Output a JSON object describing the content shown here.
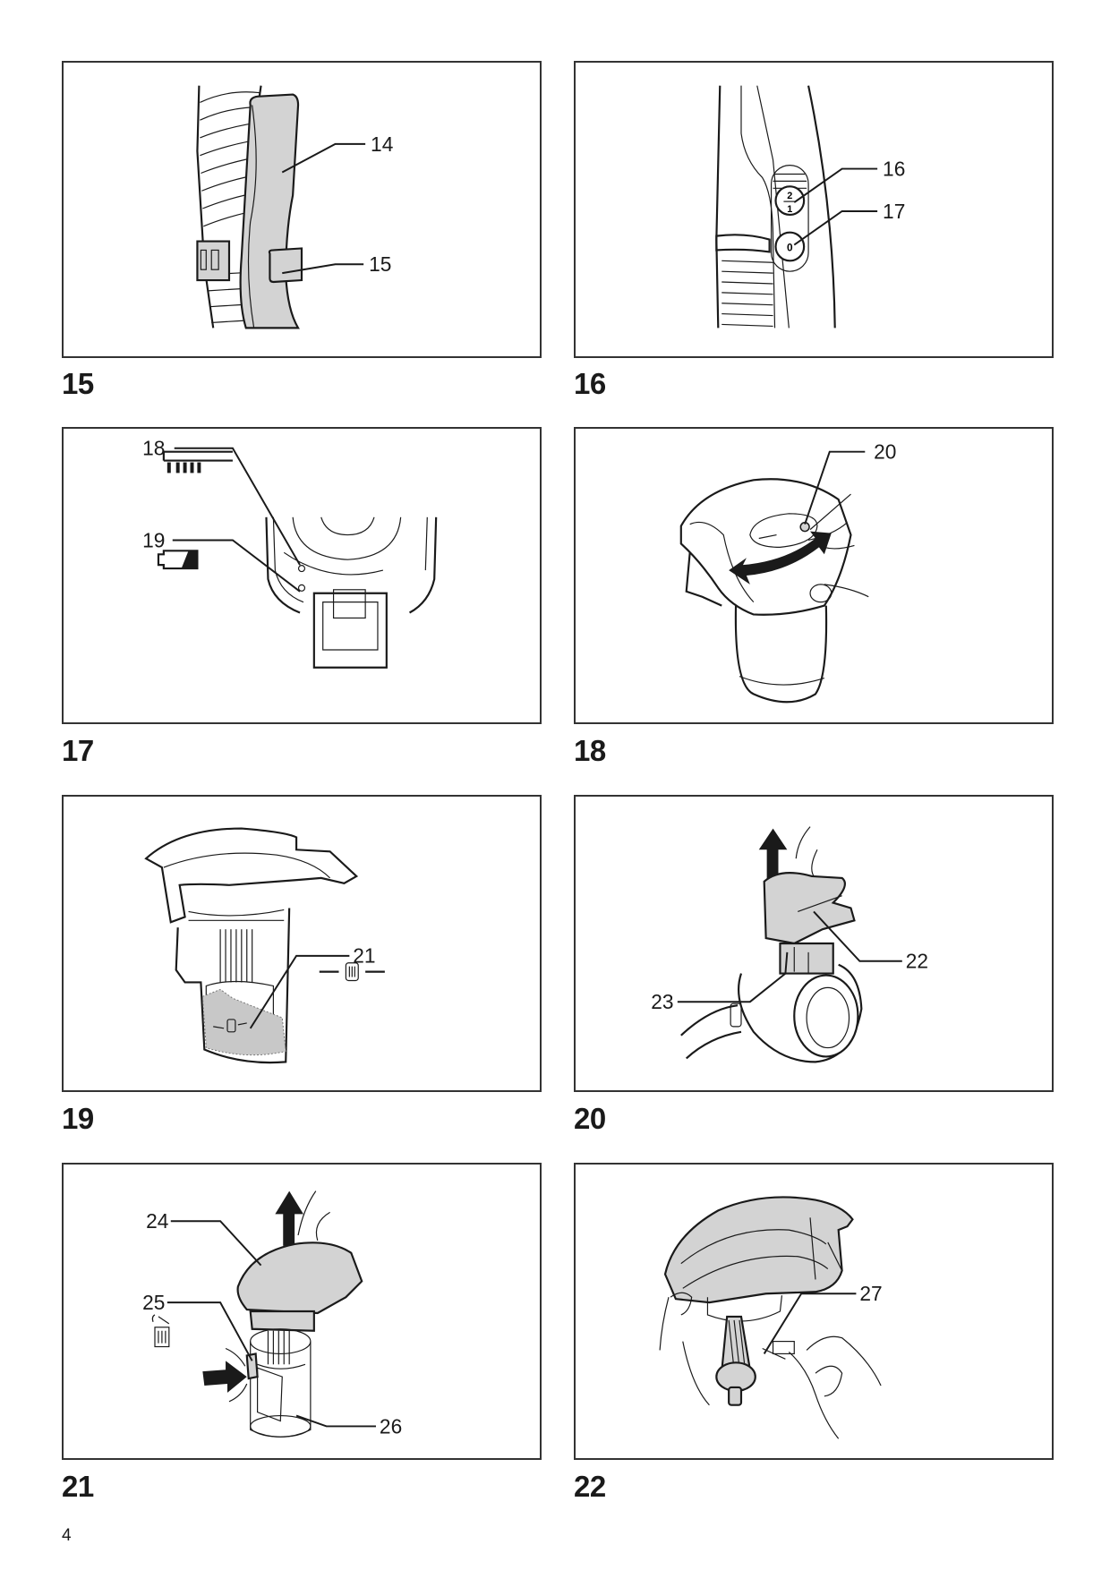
{
  "page": {
    "page_number": "4"
  },
  "figures": [
    {
      "number": "15",
      "callouts": [
        "14",
        "15"
      ],
      "description": "Hose with shoulder strap and strap clip"
    },
    {
      "number": "16",
      "callouts": [
        "16",
        "17"
      ],
      "description": "Handle with power switch (1/2) and off button (0)",
      "button_labels": {
        "speed_top": "2",
        "speed_bottom": "1",
        "off": "0"
      }
    },
    {
      "number": "17",
      "callouts": [
        "18",
        "19"
      ],
      "description": "Indicator lamps: filter/brush clog and battery low",
      "icons": [
        "brush-icon",
        "battery-low-icon"
      ]
    },
    {
      "number": "18",
      "callouts": [
        "20"
      ],
      "description": "Press release button and rotate dust case"
    },
    {
      "number": "19",
      "callouts": [
        "21"
      ],
      "description": "Dust case with max dust level mark",
      "icons": [
        "trash-bin-icon"
      ]
    },
    {
      "number": "20",
      "callouts": [
        "22",
        "23"
      ],
      "description": "Lift filter unit out of dust case"
    },
    {
      "number": "21",
      "callouts": [
        "24",
        "25",
        "26"
      ],
      "description": "Remove filter unit, press dust release lever, empty dust case",
      "icons": [
        "trash-bin-open-icon"
      ]
    },
    {
      "number": "22",
      "callouts": [
        "27"
      ],
      "description": "Clean filter with brush"
    }
  ]
}
